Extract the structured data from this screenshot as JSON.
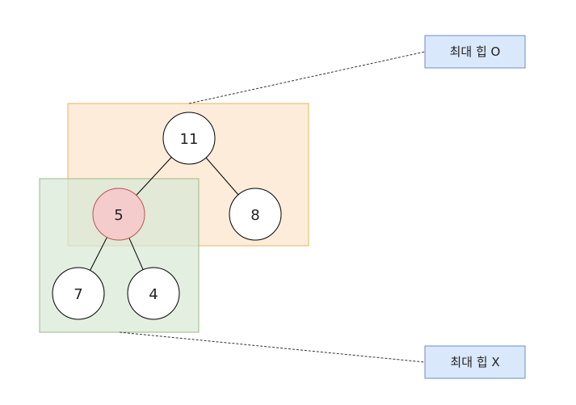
{
  "colors": {
    "orange_region_fill": "#fce5cd",
    "orange_region_stroke": "#e3b862",
    "green_region_fill": "#d5e8d4",
    "green_region_stroke": "#9dba8b",
    "highlight_node_fill": "#f4cccc",
    "highlight_node_stroke": "#b85450",
    "node_fill": "#ffffff",
    "node_stroke": "#000000",
    "callout_fill": "#dae8fc",
    "callout_stroke": "#6c8ebf"
  },
  "tree": {
    "nodes": [
      {
        "id": "n11",
        "label": "11",
        "highlight": false
      },
      {
        "id": "n5",
        "label": "5",
        "highlight": true
      },
      {
        "id": "n8",
        "label": "8",
        "highlight": false
      },
      {
        "id": "n7",
        "label": "7",
        "highlight": false
      },
      {
        "id": "n4",
        "label": "4",
        "highlight": false
      }
    ],
    "edges": [
      {
        "from": "n11",
        "to": "n5"
      },
      {
        "from": "n11",
        "to": "n8"
      },
      {
        "from": "n5",
        "to": "n7"
      },
      {
        "from": "n5",
        "to": "n4"
      }
    ]
  },
  "callouts": {
    "max_heap_yes": "최대 힙 O",
    "max_heap_no": "최대 힙 X"
  }
}
